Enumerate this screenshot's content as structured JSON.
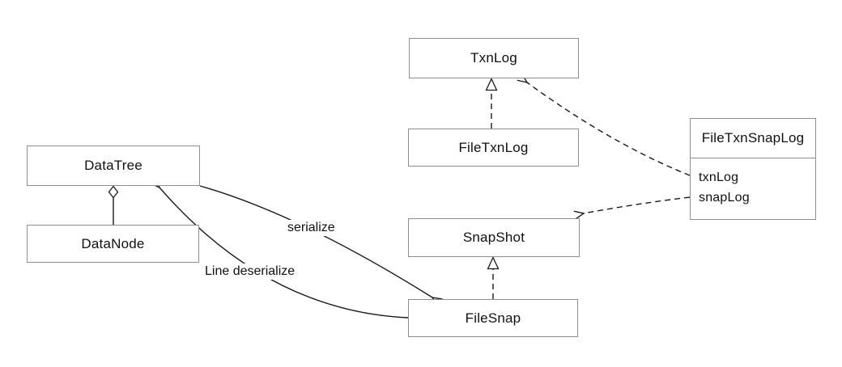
{
  "classes": {
    "txnlog": {
      "name": "TxnLog"
    },
    "filetxnlog": {
      "name": "FileTxnLog"
    },
    "snapshot": {
      "name": "SnapShot"
    },
    "filesnap": {
      "name": "FileSnap"
    },
    "datatree": {
      "name": "DataTree"
    },
    "datanode": {
      "name": "DataNode"
    },
    "filetxnsnaplog": {
      "name": "FileTxnSnapLog",
      "fields": [
        "txnLog",
        "snapLog"
      ]
    }
  },
  "edge_labels": {
    "serialize": "serialize",
    "deserialize": "Line deserialize"
  },
  "relationships": [
    {
      "from": "FileTxnLog",
      "to": "TxnLog",
      "type": "realization-dashed-hollow-triangle"
    },
    {
      "from": "FileSnap",
      "to": "SnapShot",
      "type": "realization-dashed-hollow-triangle"
    },
    {
      "from": "DataNode",
      "to": "DataTree",
      "type": "aggregation-hollow-diamond-at-DataTree"
    },
    {
      "from": "FileTxnSnapLog.txnLog",
      "to": "TxnLog",
      "type": "dependency-dashed-open-arrow"
    },
    {
      "from": "FileTxnSnapLog.snapLog",
      "to": "SnapShot",
      "type": "dependency-dashed-open-arrow"
    },
    {
      "from": "DataTree",
      "to": "FileSnap",
      "label": "serialize",
      "type": "solid-curved-open-arrow"
    },
    {
      "from": "FileSnap",
      "to": "DataTree",
      "label": "Line deserialize",
      "type": "solid-curved-open-arrow"
    }
  ],
  "colors": {
    "background": "#ffffff",
    "box_border": "#8e8e8e",
    "box_fill": "#ffffff",
    "line": "#1a1a1a",
    "text": "#111111"
  }
}
